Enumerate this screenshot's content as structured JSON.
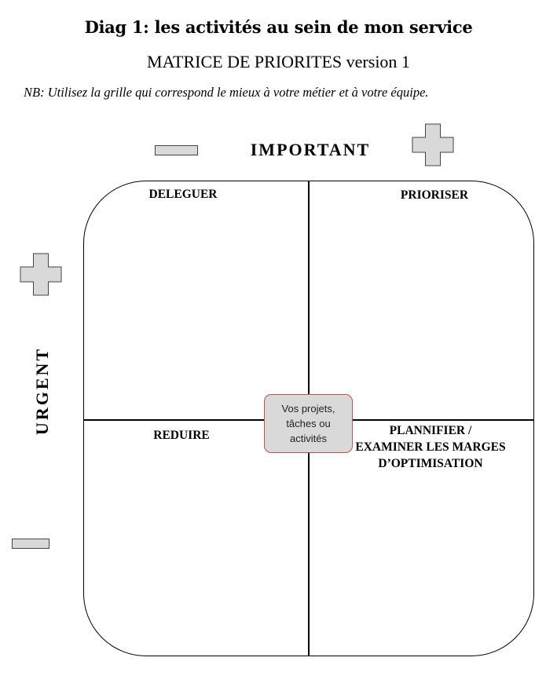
{
  "header": {
    "title": "Diag 1: les activités au sein de mon service",
    "subtitle": "MATRICE DE PRIORITES version 1",
    "note": "NB: Utilisez la grille qui correspond le mieux à votre métier et à votre équipe."
  },
  "axes": {
    "horizontal": "IMPORTANT",
    "vertical": "URGENT"
  },
  "quadrants": {
    "top_left": "DELEGUER",
    "top_right": "PRIORISER",
    "bottom_left": "REDUIRE",
    "bottom_right_line1": "PLANNIFIER /",
    "bottom_right_line2": "EXAMINER LES MARGES",
    "bottom_right_line3": "D’OPTIMISATION"
  },
  "center": {
    "line1": "Vos projets,",
    "line2": "tâches ou",
    "line3": "activités"
  },
  "icons": {
    "horizontal_low": "minus-icon",
    "horizontal_high": "plus-icon",
    "vertical_high": "plus-icon",
    "vertical_low": "minus-icon"
  },
  "colors": {
    "icon_fill": "#d9d9d9",
    "center_fill": "#d9d9d9",
    "center_border": "#c0504d"
  }
}
